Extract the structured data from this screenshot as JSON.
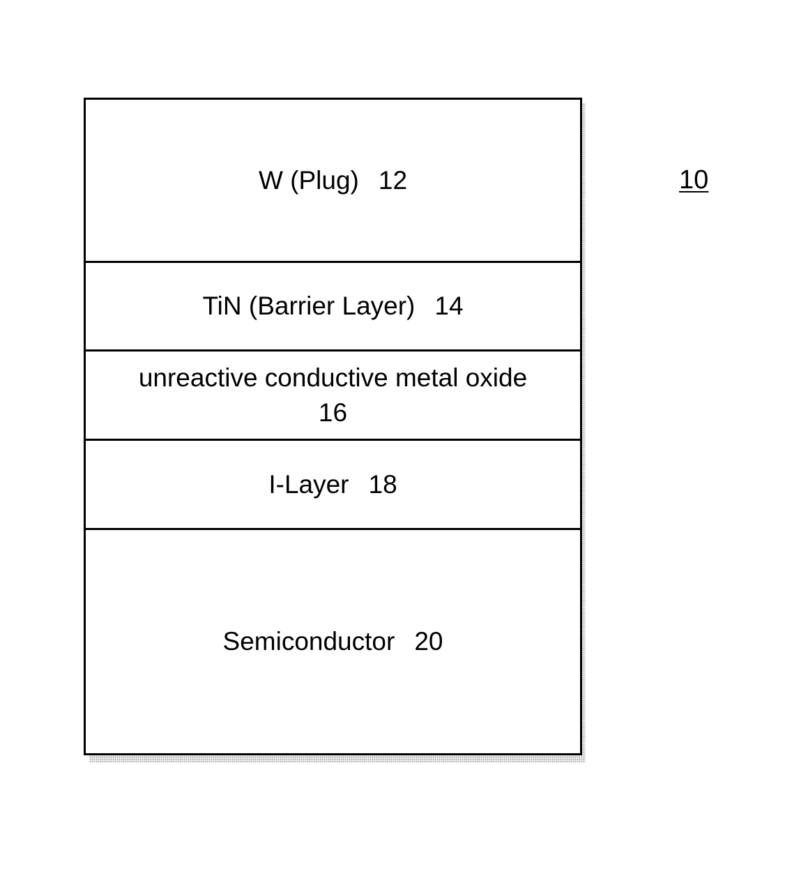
{
  "figure_ref": "10",
  "layers": [
    {
      "name": "W (Plug)",
      "ref": "12"
    },
    {
      "name": "TiN (Barrier Layer)",
      "ref": "14"
    },
    {
      "name": "unreactive conductive metal oxide",
      "ref": "16"
    },
    {
      "name": "I-Layer",
      "ref": "18"
    },
    {
      "name": "Semiconductor",
      "ref": "20"
    }
  ],
  "colors": {
    "line": "#000000",
    "background": "#ffffff",
    "shadow": "#9a9a9a"
  }
}
